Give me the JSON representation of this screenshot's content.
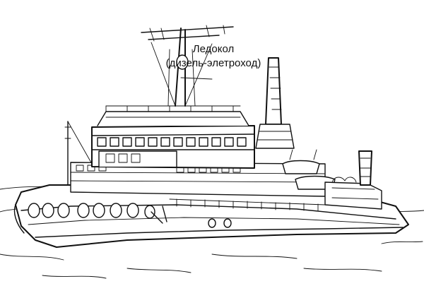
{
  "caption": {
    "title": "Ледокол",
    "subtitle": "(дизель-элетроход)"
  },
  "illustration": {
    "subject": "icebreaker-ship",
    "style": "black line art coloring page",
    "colors": {
      "ink": "#111111",
      "paper": "#ffffff"
    }
  }
}
